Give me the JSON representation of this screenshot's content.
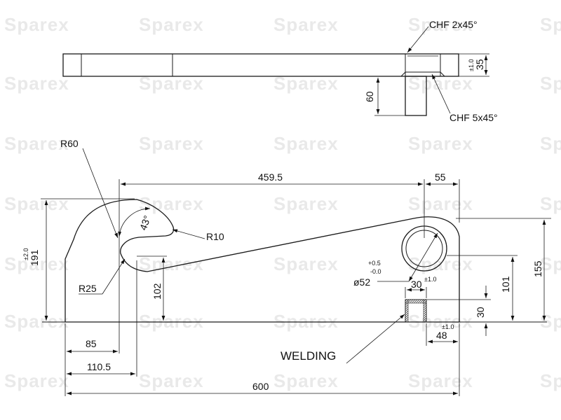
{
  "watermark": {
    "text": "Sparex"
  },
  "top_view": {
    "chamfer_top": "CHF 2x45°",
    "chamfer_bottom": "CHF 5x45°",
    "thickness": "35",
    "thickness_tol": "±1.0",
    "pin_length": "60"
  },
  "side_view": {
    "r60": "R60",
    "r10": "R10",
    "r25": "R25",
    "angle": "43°",
    "dim_459_5": "459.5",
    "dim_55": "55",
    "dim_191": "191",
    "dim_191_tol": "±2.0",
    "dim_102": "102",
    "dim_155": "155",
    "dim_101": "101",
    "dim_30_v": "30",
    "dim_30_h": "30",
    "dim_30_tol": "±1.0",
    "dim_48": "48",
    "dim_48_tol": "±1.0",
    "bore": "ø52",
    "bore_tol_plus": "+0.5",
    "bore_tol_minus": "-0.0",
    "dim_85": "85",
    "dim_110_5": "110.5",
    "dim_600": "600",
    "welding": "WELDING"
  }
}
